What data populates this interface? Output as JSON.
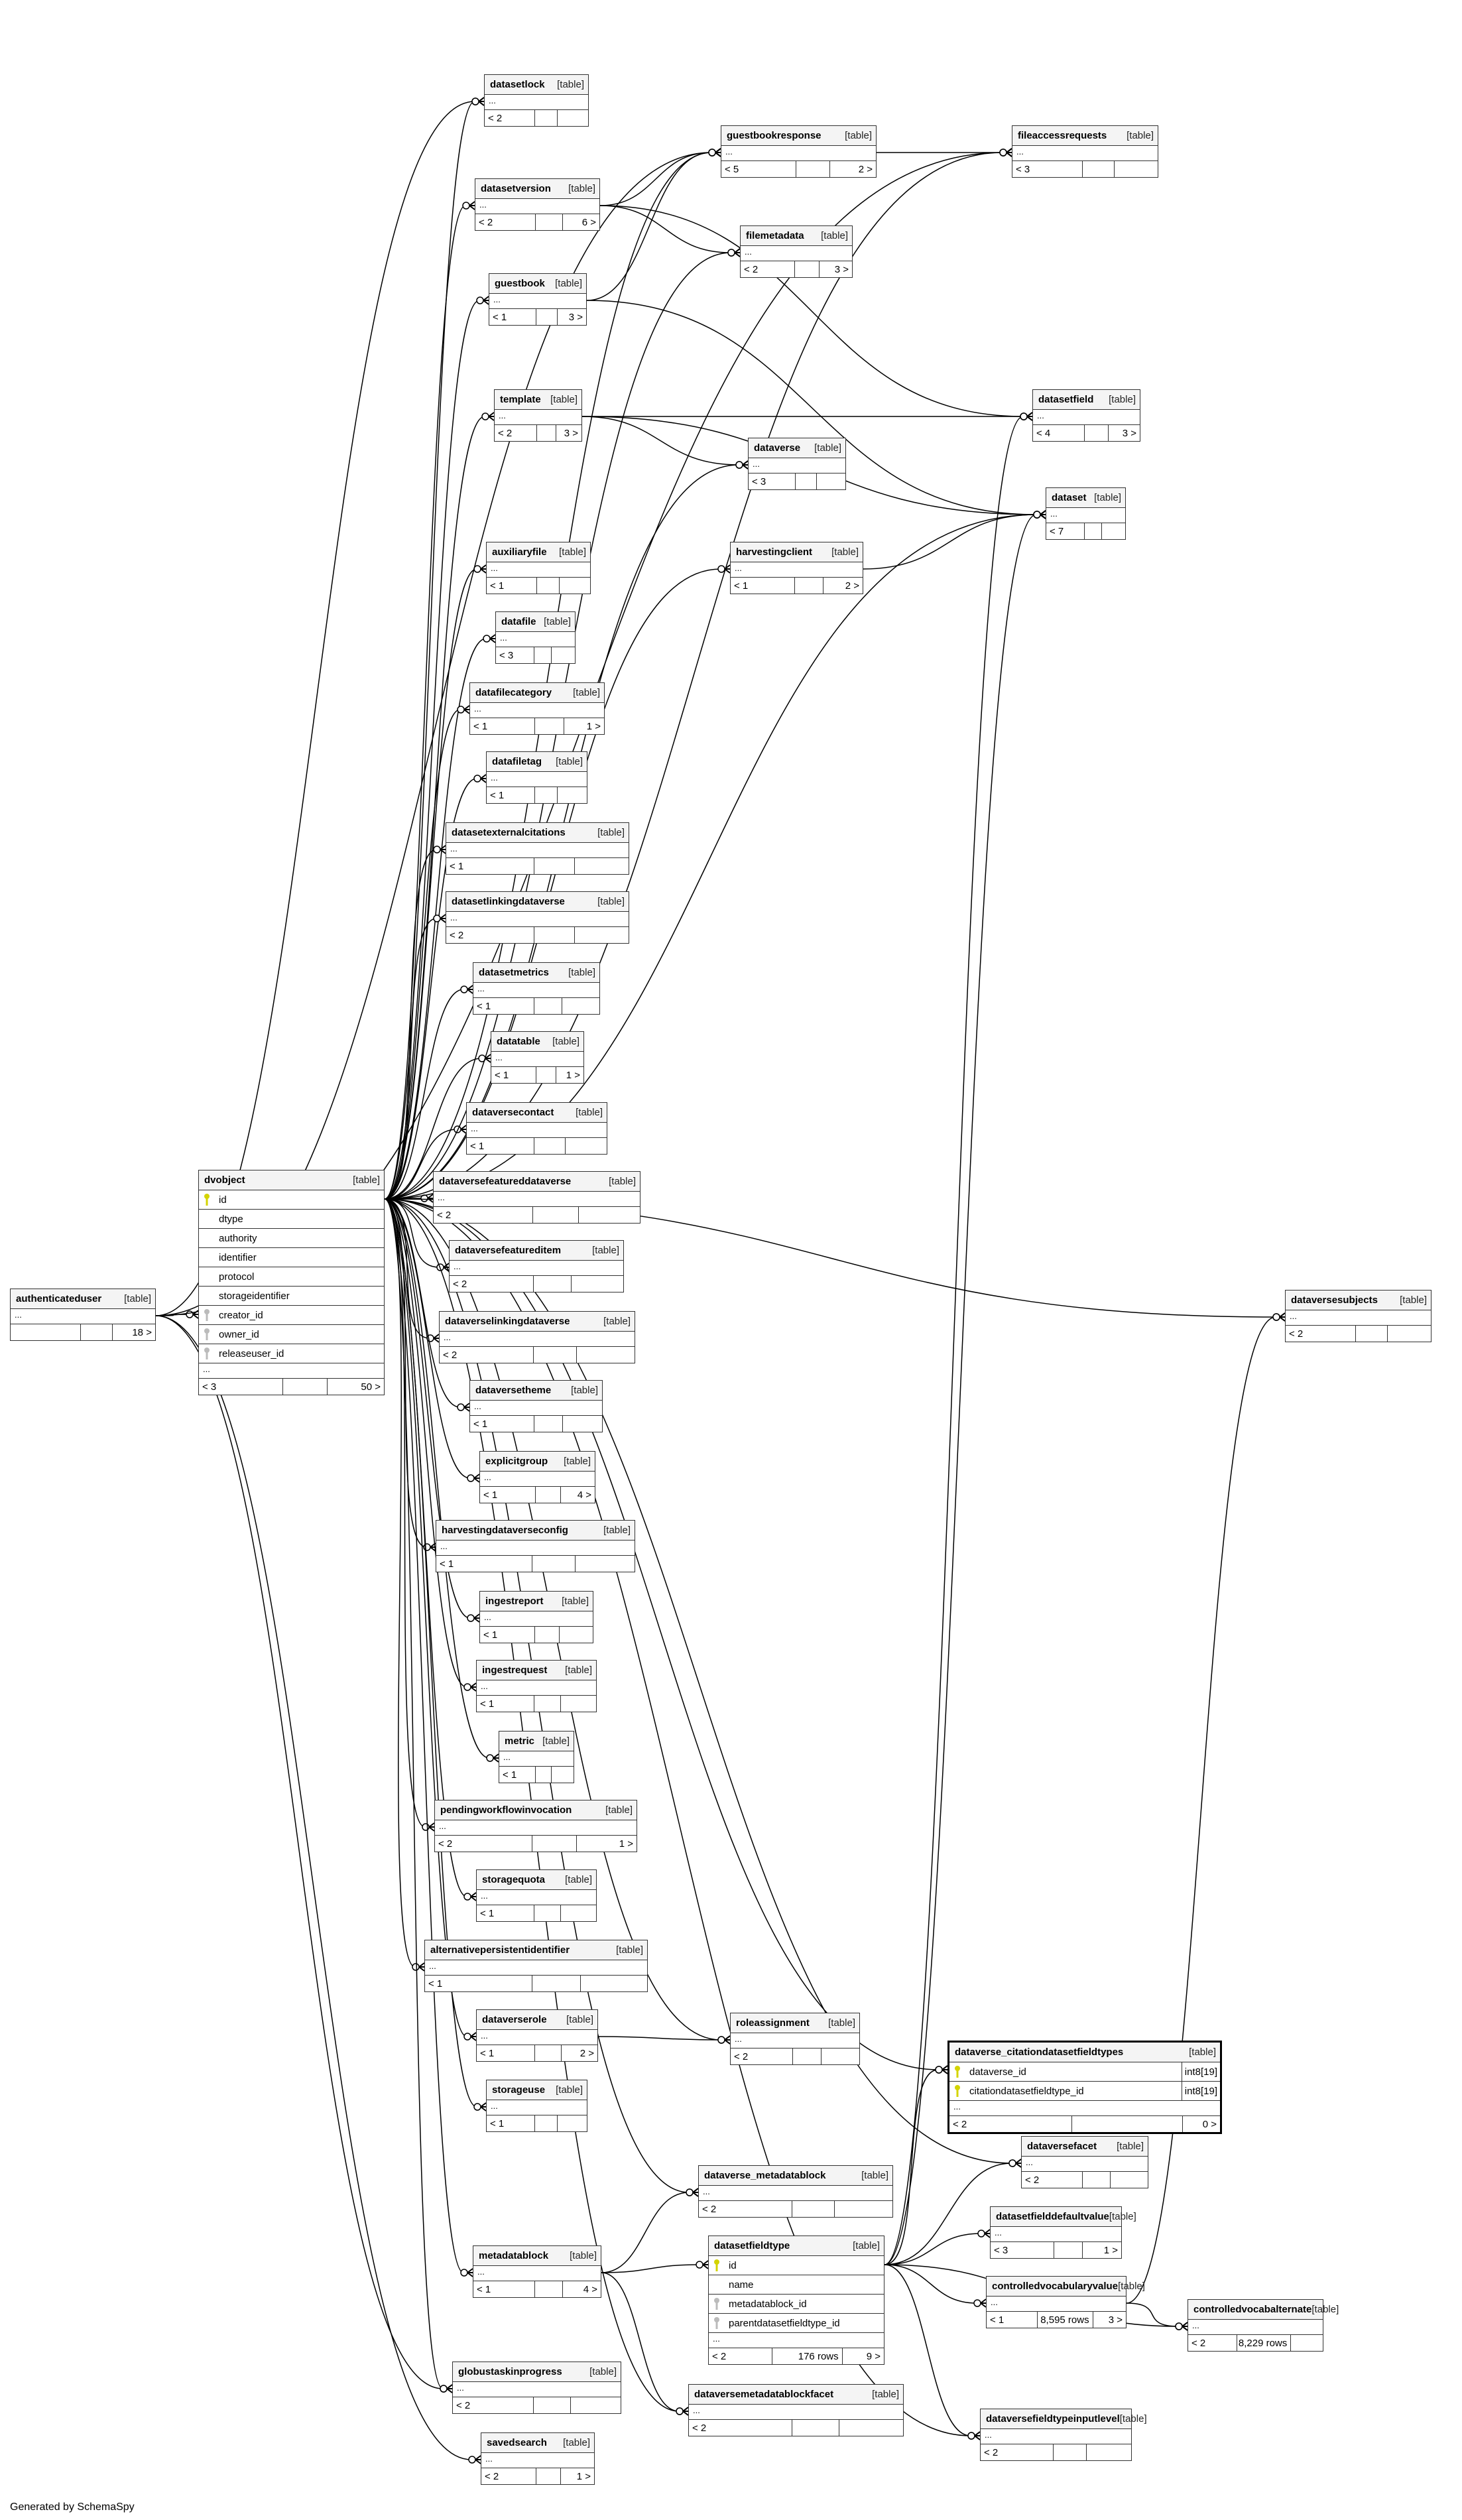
{
  "footer_text": "Generated by SchemaSpy",
  "colors": {
    "primary_key": "#d4d400",
    "foreign_key": "#bbbbbb",
    "header_bg": "#f4f4f4",
    "border": "#333333"
  },
  "tables": [
    {
      "name": "datasetlock",
      "type": "[table]",
      "footer": [
        "< 2",
        "",
        ""
      ]
    },
    {
      "name": "guestbookresponse",
      "type": "[table]",
      "footer": [
        "< 5",
        "",
        "2 >"
      ]
    },
    {
      "name": "fileaccessrequests",
      "type": "[table]",
      "footer": [
        "< 3",
        "",
        ""
      ]
    },
    {
      "name": "datasetversion",
      "type": "[table]",
      "footer": [
        "< 2",
        "",
        "6 >"
      ]
    },
    {
      "name": "filemetadata",
      "type": "[table]",
      "footer": [
        "< 2",
        "",
        "3 >"
      ]
    },
    {
      "name": "guestbook",
      "type": "[table]",
      "footer": [
        "< 1",
        "",
        "3 >"
      ]
    },
    {
      "name": "template",
      "type": "[table]",
      "footer": [
        "< 2",
        "",
        "3 >"
      ]
    },
    {
      "name": "datasetfield",
      "type": "[table]",
      "footer": [
        "< 4",
        "",
        "3 >"
      ]
    },
    {
      "name": "dataverse",
      "type": "[table]",
      "footer": [
        "< 3",
        "",
        ""
      ]
    },
    {
      "name": "dataset",
      "type": "[table]",
      "footer": [
        "< 7",
        "",
        ""
      ]
    },
    {
      "name": "auxiliaryfile",
      "type": "[table]",
      "footer": [
        "< 1",
        "",
        ""
      ]
    },
    {
      "name": "harvestingclient",
      "type": "[table]",
      "footer": [
        "< 1",
        "",
        "2 >"
      ]
    },
    {
      "name": "datafile",
      "type": "[table]",
      "footer": [
        "< 3",
        "",
        ""
      ]
    },
    {
      "name": "datafilecategory",
      "type": "[table]",
      "footer": [
        "< 1",
        "",
        "1 >"
      ]
    },
    {
      "name": "datafiletag",
      "type": "[table]",
      "footer": [
        "< 1",
        "",
        ""
      ]
    },
    {
      "name": "datasetexternalcitations",
      "type": "[table]",
      "footer": [
        "< 1",
        "",
        ""
      ]
    },
    {
      "name": "datasetlinkingdataverse",
      "type": "[table]",
      "footer": [
        "< 2",
        "",
        ""
      ]
    },
    {
      "name": "datasetmetrics",
      "type": "[table]",
      "footer": [
        "< 1",
        "",
        ""
      ]
    },
    {
      "name": "datatable",
      "type": "[table]",
      "footer": [
        "< 1",
        "",
        "1 >"
      ]
    },
    {
      "name": "dataversecontact",
      "type": "[table]",
      "footer": [
        "< 1",
        "",
        ""
      ]
    },
    {
      "name": "dataversefeatureddataverse",
      "type": "[table]",
      "footer": [
        "< 2",
        "",
        ""
      ]
    },
    {
      "name": "dataversefeatureditem",
      "type": "[table]",
      "footer": [
        "< 2",
        "",
        ""
      ]
    },
    {
      "name": "dataverselinkingdataverse",
      "type": "[table]",
      "footer": [
        "< 2",
        "",
        ""
      ]
    },
    {
      "name": "dataversetheme",
      "type": "[table]",
      "footer": [
        "< 1",
        "",
        ""
      ]
    },
    {
      "name": "explicitgroup",
      "type": "[table]",
      "footer": [
        "< 1",
        "",
        "4 >"
      ]
    },
    {
      "name": "harvestingdataverseconfig",
      "type": "[table]",
      "footer": [
        "< 1",
        "",
        ""
      ]
    },
    {
      "name": "ingestreport",
      "type": "[table]",
      "footer": [
        "< 1",
        "",
        ""
      ]
    },
    {
      "name": "ingestrequest",
      "type": "[table]",
      "footer": [
        "< 1",
        "",
        ""
      ]
    },
    {
      "name": "metric",
      "type": "[table]",
      "footer": [
        "< 1",
        "",
        ""
      ]
    },
    {
      "name": "pendingworkflowinvocation",
      "type": "[table]",
      "footer": [
        "< 2",
        "",
        "1 >"
      ]
    },
    {
      "name": "storagequota",
      "type": "[table]",
      "footer": [
        "< 1",
        "",
        ""
      ]
    },
    {
      "name": "alternativepersistentidentifier",
      "type": "[table]",
      "footer": [
        "< 1",
        "",
        ""
      ]
    },
    {
      "name": "dataverserole",
      "type": "[table]",
      "footer": [
        "< 1",
        "",
        "2 >"
      ]
    },
    {
      "name": "roleassignment",
      "type": "[table]",
      "footer": [
        "< 2",
        "",
        ""
      ]
    },
    {
      "name": "storageuse",
      "type": "[table]",
      "footer": [
        "< 1",
        "",
        ""
      ]
    },
    {
      "name": "dataverse_citationdatasetfieldtypes",
      "type": "[table]",
      "focus": true,
      "rows": [
        {
          "name": "dataverse_id",
          "key": "pk",
          "dtype": "int8[19]"
        },
        {
          "name": "citationdatasetfieldtype_id",
          "key": "pk",
          "dtype": "int8[19]"
        }
      ],
      "footer": [
        "< 2",
        "",
        "0 >"
      ]
    },
    {
      "name": "dataversefacet",
      "type": "[table]",
      "footer": [
        "< 2",
        "",
        ""
      ]
    },
    {
      "name": "dataverse_metadatablock",
      "type": "[table]",
      "footer": [
        "< 2",
        "",
        ""
      ]
    },
    {
      "name": "datasetfielddefaultvalue",
      "type": "[table]",
      "footer": [
        "< 3",
        "",
        "1 >"
      ]
    },
    {
      "name": "datasetfieldtype",
      "type": "[table]",
      "rows": [
        {
          "name": "id",
          "key": "pk"
        },
        {
          "name": "name",
          "key": ""
        },
        {
          "name": "metadatablock_id",
          "key": "fk"
        },
        {
          "name": "parentdatasetfieldtype_id",
          "key": "fk"
        }
      ],
      "footer": [
        "< 2",
        "176 rows",
        "9 >"
      ]
    },
    {
      "name": "metadatablock",
      "type": "[table]",
      "footer": [
        "< 1",
        "",
        "4 >"
      ]
    },
    {
      "name": "controlledvocabularyvalue",
      "type": "[table]",
      "footer": [
        "< 1",
        "8,595 rows",
        "3 >"
      ]
    },
    {
      "name": "controlledvocabalternate",
      "type": "[table]",
      "footer": [
        "< 2",
        "8,229 rows",
        ""
      ]
    },
    {
      "name": "globustaskinprogress",
      "type": "[table]",
      "footer": [
        "< 2",
        "",
        ""
      ]
    },
    {
      "name": "dataversemetadatablockfacet",
      "type": "[table]",
      "footer": [
        "< 2",
        "",
        ""
      ]
    },
    {
      "name": "dataversefieldtypeinputlevel",
      "type": "[table]",
      "footer": [
        "< 2",
        "",
        ""
      ]
    },
    {
      "name": "savedsearch",
      "type": "[table]",
      "footer": [
        "< 2",
        "",
        "1 >"
      ]
    },
    {
      "name": "dataversesubjects",
      "type": "[table]",
      "footer": [
        "< 2",
        "",
        ""
      ]
    },
    {
      "name": "authenticateduser",
      "type": "[table]",
      "footer": [
        "",
        "",
        "18 >"
      ]
    },
    {
      "name": "dvobject",
      "type": "[table]",
      "rows": [
        {
          "name": "id",
          "key": "pk"
        },
        {
          "name": "dtype",
          "key": ""
        },
        {
          "name": "authority",
          "key": ""
        },
        {
          "name": "identifier",
          "key": ""
        },
        {
          "name": "protocol",
          "key": ""
        },
        {
          "name": "storageidentifier",
          "key": ""
        },
        {
          "name": "creator_id",
          "key": "fk"
        },
        {
          "name": "owner_id",
          "key": "fk"
        },
        {
          "name": "releaseuser_id",
          "key": "fk"
        }
      ],
      "footer": [
        "< 3",
        "",
        "50 >"
      ]
    }
  ],
  "relationships": [
    [
      "dvobject",
      "datasetlock"
    ],
    [
      "dvobject",
      "datasetversion"
    ],
    [
      "dvobject",
      "guestbook"
    ],
    [
      "dvobject",
      "template"
    ],
    [
      "dvobject",
      "auxiliaryfile"
    ],
    [
      "dvobject",
      "datafile"
    ],
    [
      "dvobject",
      "datafilecategory"
    ],
    [
      "dvobject",
      "datafiletag"
    ],
    [
      "dvobject",
      "datasetexternalcitations"
    ],
    [
      "dvobject",
      "datasetlinkingdataverse"
    ],
    [
      "dvobject",
      "datasetmetrics"
    ],
    [
      "dvobject",
      "datatable"
    ],
    [
      "dvobject",
      "dataversecontact"
    ],
    [
      "dvobject",
      "dataversefeatureddataverse"
    ],
    [
      "dvobject",
      "dataversefeatureditem"
    ],
    [
      "dvobject",
      "dataverselinkingdataverse"
    ],
    [
      "dvobject",
      "dataversetheme"
    ],
    [
      "dvobject",
      "explicitgroup"
    ],
    [
      "dvobject",
      "harvestingdataverseconfig"
    ],
    [
      "dvobject",
      "ingestreport"
    ],
    [
      "dvobject",
      "ingestrequest"
    ],
    [
      "dvobject",
      "metric"
    ],
    [
      "dvobject",
      "pendingworkflowinvocation"
    ],
    [
      "dvobject",
      "storagequota"
    ],
    [
      "dvobject",
      "alternativepersistentidentifier"
    ],
    [
      "dvobject",
      "dataverserole"
    ],
    [
      "dvobject",
      "storageuse"
    ],
    [
      "dvobject",
      "guestbookresponse"
    ],
    [
      "dvobject",
      "dataset"
    ],
    [
      "dvobject",
      "dataverse"
    ],
    [
      "dvobject",
      "filemetadata"
    ],
    [
      "dvobject",
      "dataversesubjects"
    ],
    [
      "dvobject",
      "dataverse_citationdatasetfieldtypes"
    ],
    [
      "dvobject",
      "dataversefacet"
    ],
    [
      "dvobject",
      "dataverse_metadatablock"
    ],
    [
      "dvobject",
      "metadatablock"
    ],
    [
      "dvobject",
      "globustaskinprogress"
    ],
    [
      "dvobject",
      "dataversemetadatablockfacet"
    ],
    [
      "dvobject",
      "dataversefieldtypeinputlevel"
    ],
    [
      "dvobject",
      "roleassignment"
    ],
    [
      "dvobject",
      "fileaccessrequests"
    ],
    [
      "dvobject",
      "harvestingclient"
    ],
    [
      "authenticateduser",
      "dvobject"
    ],
    [
      "authenticateduser",
      "datasetlock"
    ],
    [
      "authenticateduser",
      "guestbookresponse"
    ],
    [
      "authenticateduser",
      "fileaccessrequests"
    ],
    [
      "authenticateduser",
      "savedsearch"
    ],
    [
      "authenticateduser",
      "globustaskinprogress"
    ],
    [
      "datasetversion",
      "guestbookresponse"
    ],
    [
      "datasetversion",
      "filemetadata"
    ],
    [
      "datasetversion",
      "datasetfield"
    ],
    [
      "guestbook",
      "guestbookresponse"
    ],
    [
      "guestbook",
      "dataset"
    ],
    [
      "template",
      "datasetfield"
    ],
    [
      "template",
      "dataverse"
    ],
    [
      "template",
      "dataset"
    ],
    [
      "harvestingclient",
      "dataset"
    ],
    [
      "guestbookresponse",
      "fileaccessrequests"
    ],
    [
      "dataverserole",
      "roleassignment"
    ],
    [
      "metadatablock",
      "dataverse_metadatablock"
    ],
    [
      "metadatablock",
      "datasetfieldtype"
    ],
    [
      "metadatablock",
      "dataversemetadatablockfacet"
    ],
    [
      "datasetfieldtype",
      "dataverse_citationdatasetfieldtypes"
    ],
    [
      "datasetfieldtype",
      "dataversefacet"
    ],
    [
      "datasetfieldtype",
      "datasetfielddefaultvalue"
    ],
    [
      "datasetfieldtype",
      "controlledvocabularyvalue"
    ],
    [
      "datasetfieldtype",
      "controlledvocabalternate"
    ],
    [
      "datasetfieldtype",
      "dataversefieldtypeinputlevel"
    ],
    [
      "datasetfieldtype",
      "datasetfield"
    ],
    [
      "datasetfieldtype",
      "dataset"
    ],
    [
      "controlledvocabularyvalue",
      "controlledvocabalternate"
    ],
    [
      "controlledvocabularyvalue",
      "dataversesubjects"
    ]
  ]
}
